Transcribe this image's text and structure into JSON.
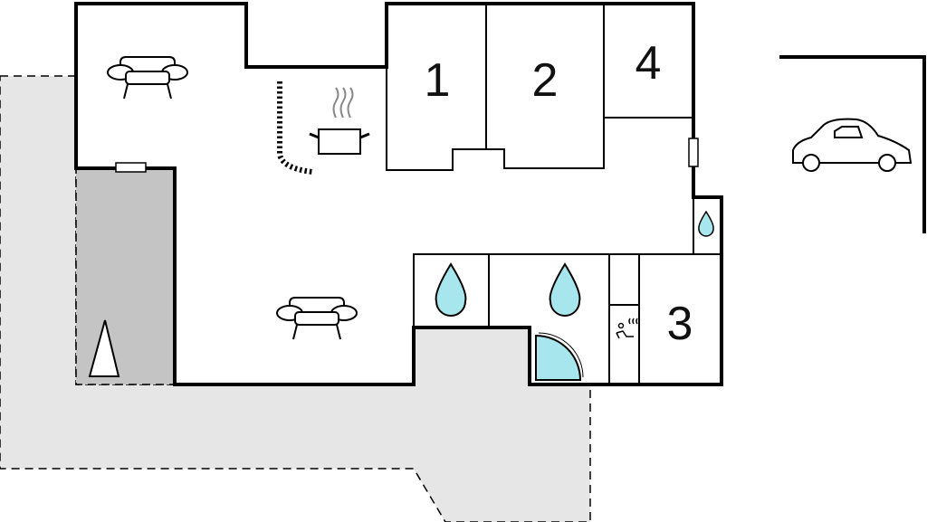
{
  "rooms": {
    "bedroom_1": "1",
    "bedroom_2": "2",
    "bedroom_3": "3",
    "bedroom_4": "4"
  },
  "icons": {
    "living_sofa": "sofa-icon",
    "lower_sofa": "sofa-icon",
    "kitchen": "cooking-pot-icon",
    "bathroom_water": "water-drop-icon",
    "sauna": "sauna-icon",
    "shower": "shower-cabin-icon",
    "fireplace": "fireplace-icon",
    "parking": "car-icon"
  },
  "colors": {
    "wall": "#000000",
    "terrace": "#e6e6e6",
    "covered_terrace": "#c4c4c4",
    "water": "#a8e6ee"
  }
}
